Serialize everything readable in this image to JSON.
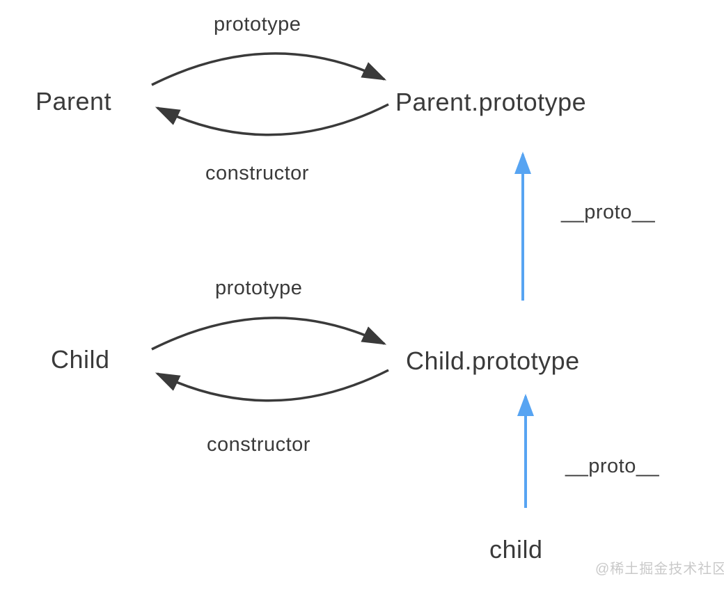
{
  "colors": {
    "ink": "#3a3a3a",
    "accent": "#57a4f2",
    "watermark": "#c9c9c9",
    "background": "#ffffff"
  },
  "diagram": {
    "parent": {
      "node": "Parent",
      "prototype_node": "Parent.prototype",
      "prototype_label": "prototype",
      "constructor_label": "constructor",
      "proto_label": "__proto__"
    },
    "child": {
      "node": "Child",
      "prototype_node": "Child.prototype",
      "prototype_label": "prototype",
      "constructor_label": "constructor",
      "proto_label": "__proto__",
      "instance": "child"
    },
    "watermark": "@稀土掘金技术社区"
  }
}
